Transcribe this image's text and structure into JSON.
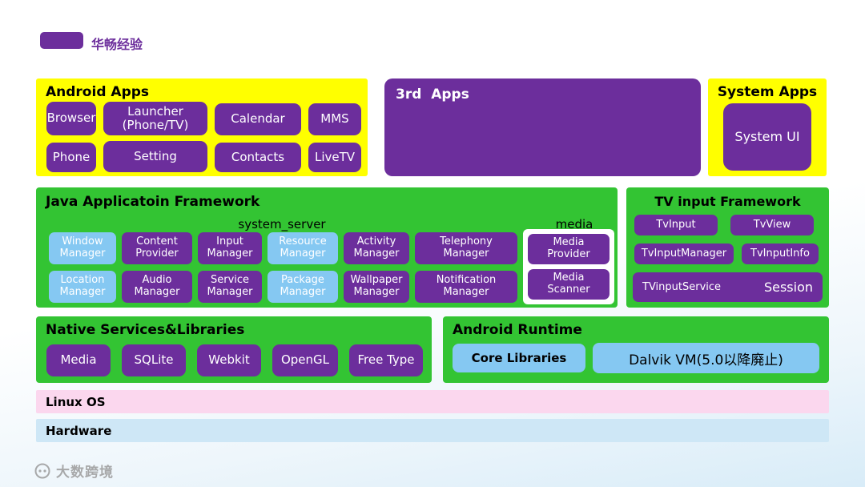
{
  "header": {
    "logo_text": "华畅经验"
  },
  "android_apps": {
    "title": "Android Apps",
    "row1": [
      "Browser",
      "Launcher (Phone/TV)",
      "Calendar",
      "MMS"
    ],
    "row2": [
      "Phone",
      "Setting",
      "Contacts",
      "LiveTV"
    ]
  },
  "third_apps": {
    "title": "3rd  Apps"
  },
  "system_apps": {
    "title": "System Apps",
    "button": "System UI"
  },
  "java_framework": {
    "title": "Java Applicatoin Framework",
    "left_group_label": "system_server",
    "right_group_label": "media",
    "row1": [
      "Window Manager",
      "Content Provider",
      "Input Manager",
      "Resource Manager",
      "Activity Manager",
      "Telephony Manager"
    ],
    "row2": [
      "Location Manager",
      "Audio Manager",
      "Service Manager",
      "Package Manager",
      "Wallpaper Manager",
      "Notification Manager"
    ],
    "media_group": [
      "Media Provider",
      "Media Scanner"
    ]
  },
  "tv_framework": {
    "title": "TV input Framework",
    "row1": [
      "TvInput",
      "TvView"
    ],
    "row2": [
      "TvInputManager",
      "TvInputInfo"
    ],
    "row3_left": "TVinputService",
    "row3_right": "Session"
  },
  "native_libs": {
    "title": "Native Services&Libraries",
    "buttons": [
      "Media",
      "SQLite",
      "Webkit",
      "OpenGL",
      "Free Type"
    ]
  },
  "android_runtime": {
    "title": "Android Runtime",
    "core_libraries": "Core Libraries",
    "dalvik": "Dalvik VM(5.0以降廃止)"
  },
  "layers": {
    "linux": "Linux OS",
    "hardware": "Hardware"
  },
  "watermark": {
    "text": "大数跨境"
  },
  "colors": {
    "purple": "#6C2E9C",
    "yellow": "#FFFF00",
    "green": "#33C433",
    "light_blue": "#85C8F2",
    "pink": "#FBD7EE",
    "hardware_blue": "#CEE7F6"
  }
}
